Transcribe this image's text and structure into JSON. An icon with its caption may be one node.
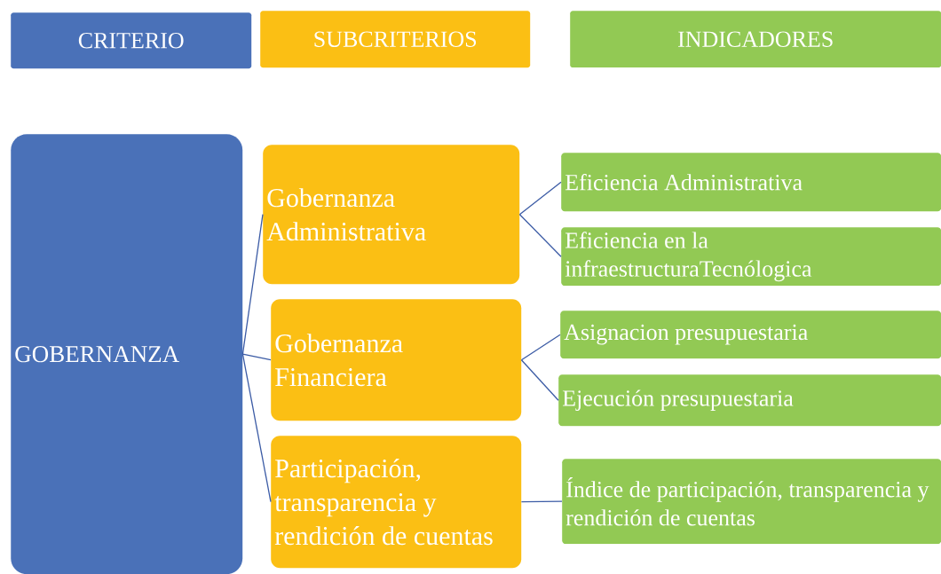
{
  "diagram": {
    "nodes": [
      {
        "text": [
          "CRITERIO"
        ]
      },
      {
        "text": [
          "SUBCRITERIOS"
        ]
      },
      {
        "text": [
          "INDICADORES"
        ]
      },
      {
        "text": [
          "GOBERNANZA"
        ]
      },
      {
        "text": [
          "Gobernanza Administrativa"
        ]
      },
      {
        "text": [
          "Gobernanza Financiera"
        ]
      },
      {
        "text": [
          "Participación, transparencia y rendición de cuentas"
        ]
      },
      {
        "text": [
          "Eficiencia Administrativa"
        ]
      },
      {
        "text": [
          "Eficiencia en la infraestructuraTecnólogica"
        ]
      },
      {
        "text": [
          "Asignacion presupuestaria"
        ]
      },
      {
        "text": [
          "Ejecución presupuestaria"
        ]
      },
      {
        "text": [
          "Índice de participación, transparencia y rendición de cuentas"
        ]
      }
    ],
    "edges": [
      {
        "from": 3,
        "to": 4,
        "arrow": "none"
      },
      {
        "from": 3,
        "to": 5,
        "arrow": "none"
      },
      {
        "from": 3,
        "to": 6,
        "arrow": "none"
      },
      {
        "from": 4,
        "to": 7,
        "arrow": "none"
      },
      {
        "from": 4,
        "to": 8,
        "arrow": "none"
      },
      {
        "from": 5,
        "to": 9,
        "arrow": "none"
      },
      {
        "from": 5,
        "to": 10,
        "arrow": "none"
      },
      {
        "from": 6,
        "to": 11,
        "arrow": "none"
      }
    ]
  }
}
